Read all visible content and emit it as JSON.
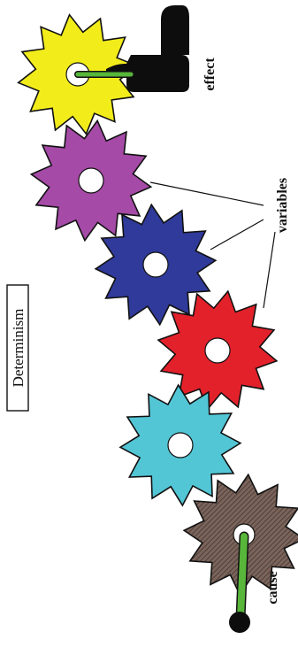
{
  "title": "Determinism",
  "labels": {
    "effect": "effect",
    "variables": "variables",
    "cause": "cause"
  },
  "gears": [
    {
      "id": "effect-gear",
      "color": "#f2ec1b"
    },
    {
      "id": "purple-gear",
      "color": "#a54aa6"
    },
    {
      "id": "blue-gear",
      "color": "#2f3a9a"
    },
    {
      "id": "red-gear",
      "color": "#e3212b"
    },
    {
      "id": "cyan-gear",
      "color": "#53c6d6"
    },
    {
      "id": "cause-gear",
      "color": "#6f5a52"
    }
  ],
  "colors": {
    "lever": "#58b63a",
    "boot": "#0d0d0d",
    "ball": "#0d0d0d",
    "outline": "#111111"
  },
  "icons": {
    "effect": "boot-icon",
    "cause": "ball-lever-icon"
  }
}
